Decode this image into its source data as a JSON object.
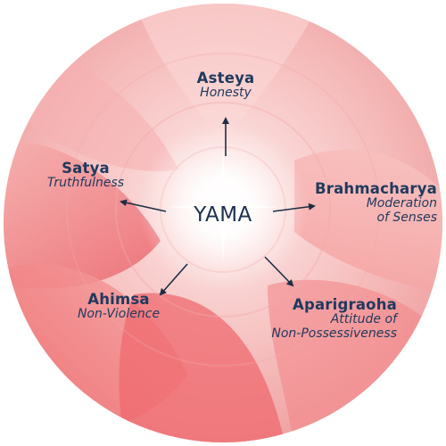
{
  "center": {
    "label": "YAMA"
  },
  "branches": [
    {
      "key": "asteya",
      "name": "Asteya",
      "sub_lines": [
        "Honesty"
      ]
    },
    {
      "key": "brahmacharya",
      "name": "Brahmacharya",
      "sub_lines": [
        "Moderation",
        "of Senses"
      ]
    },
    {
      "key": "aparigraoha",
      "name": "Aparigraoha",
      "sub_lines": [
        "Attitude of",
        "Non-Possessiveness"
      ]
    },
    {
      "key": "ahimsa",
      "name": "Ahimsa",
      "sub_lines": [
        "Non-Violence"
      ]
    },
    {
      "key": "satya",
      "name": "Satya",
      "sub_lines": [
        "Truthfulness"
      ]
    }
  ],
  "colors": {
    "text": "#203a5e",
    "arrow": "#1d2d44",
    "petal_pink": "#f08a8a",
    "petal_red": "#e8505a",
    "glow": "#ffffff"
  }
}
